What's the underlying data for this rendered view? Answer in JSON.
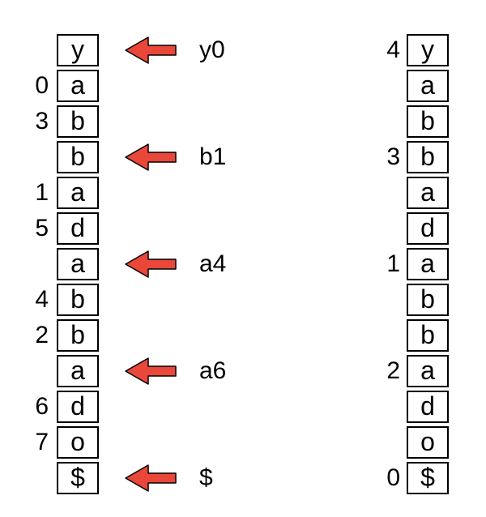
{
  "colors": {
    "arrow_fill": "#e8473a",
    "arrow_stroke": "#000000"
  },
  "left_array": {
    "cells": [
      "y",
      "a",
      "b",
      "b",
      "a",
      "d",
      "a",
      "b",
      "b",
      "a",
      "d",
      "o",
      "$"
    ],
    "indices": [
      "",
      "0",
      "3",
      "",
      "1",
      "5",
      "",
      "4",
      "2",
      "",
      "6",
      "7",
      ""
    ]
  },
  "markers": [
    {
      "row": 0,
      "label": "y0"
    },
    {
      "row": 3,
      "label": "b1"
    },
    {
      "row": 6,
      "label": "a4"
    },
    {
      "row": 9,
      "label": "a6"
    },
    {
      "row": 12,
      "label": "$"
    }
  ],
  "right_array": {
    "cells": [
      "y",
      "a",
      "b",
      "b",
      "a",
      "d",
      "a",
      "b",
      "b",
      "a",
      "d",
      "o",
      "$"
    ],
    "indices": [
      "4",
      "",
      "",
      "3",
      "",
      "",
      "1",
      "",
      "",
      "2",
      "",
      "",
      "0"
    ]
  }
}
